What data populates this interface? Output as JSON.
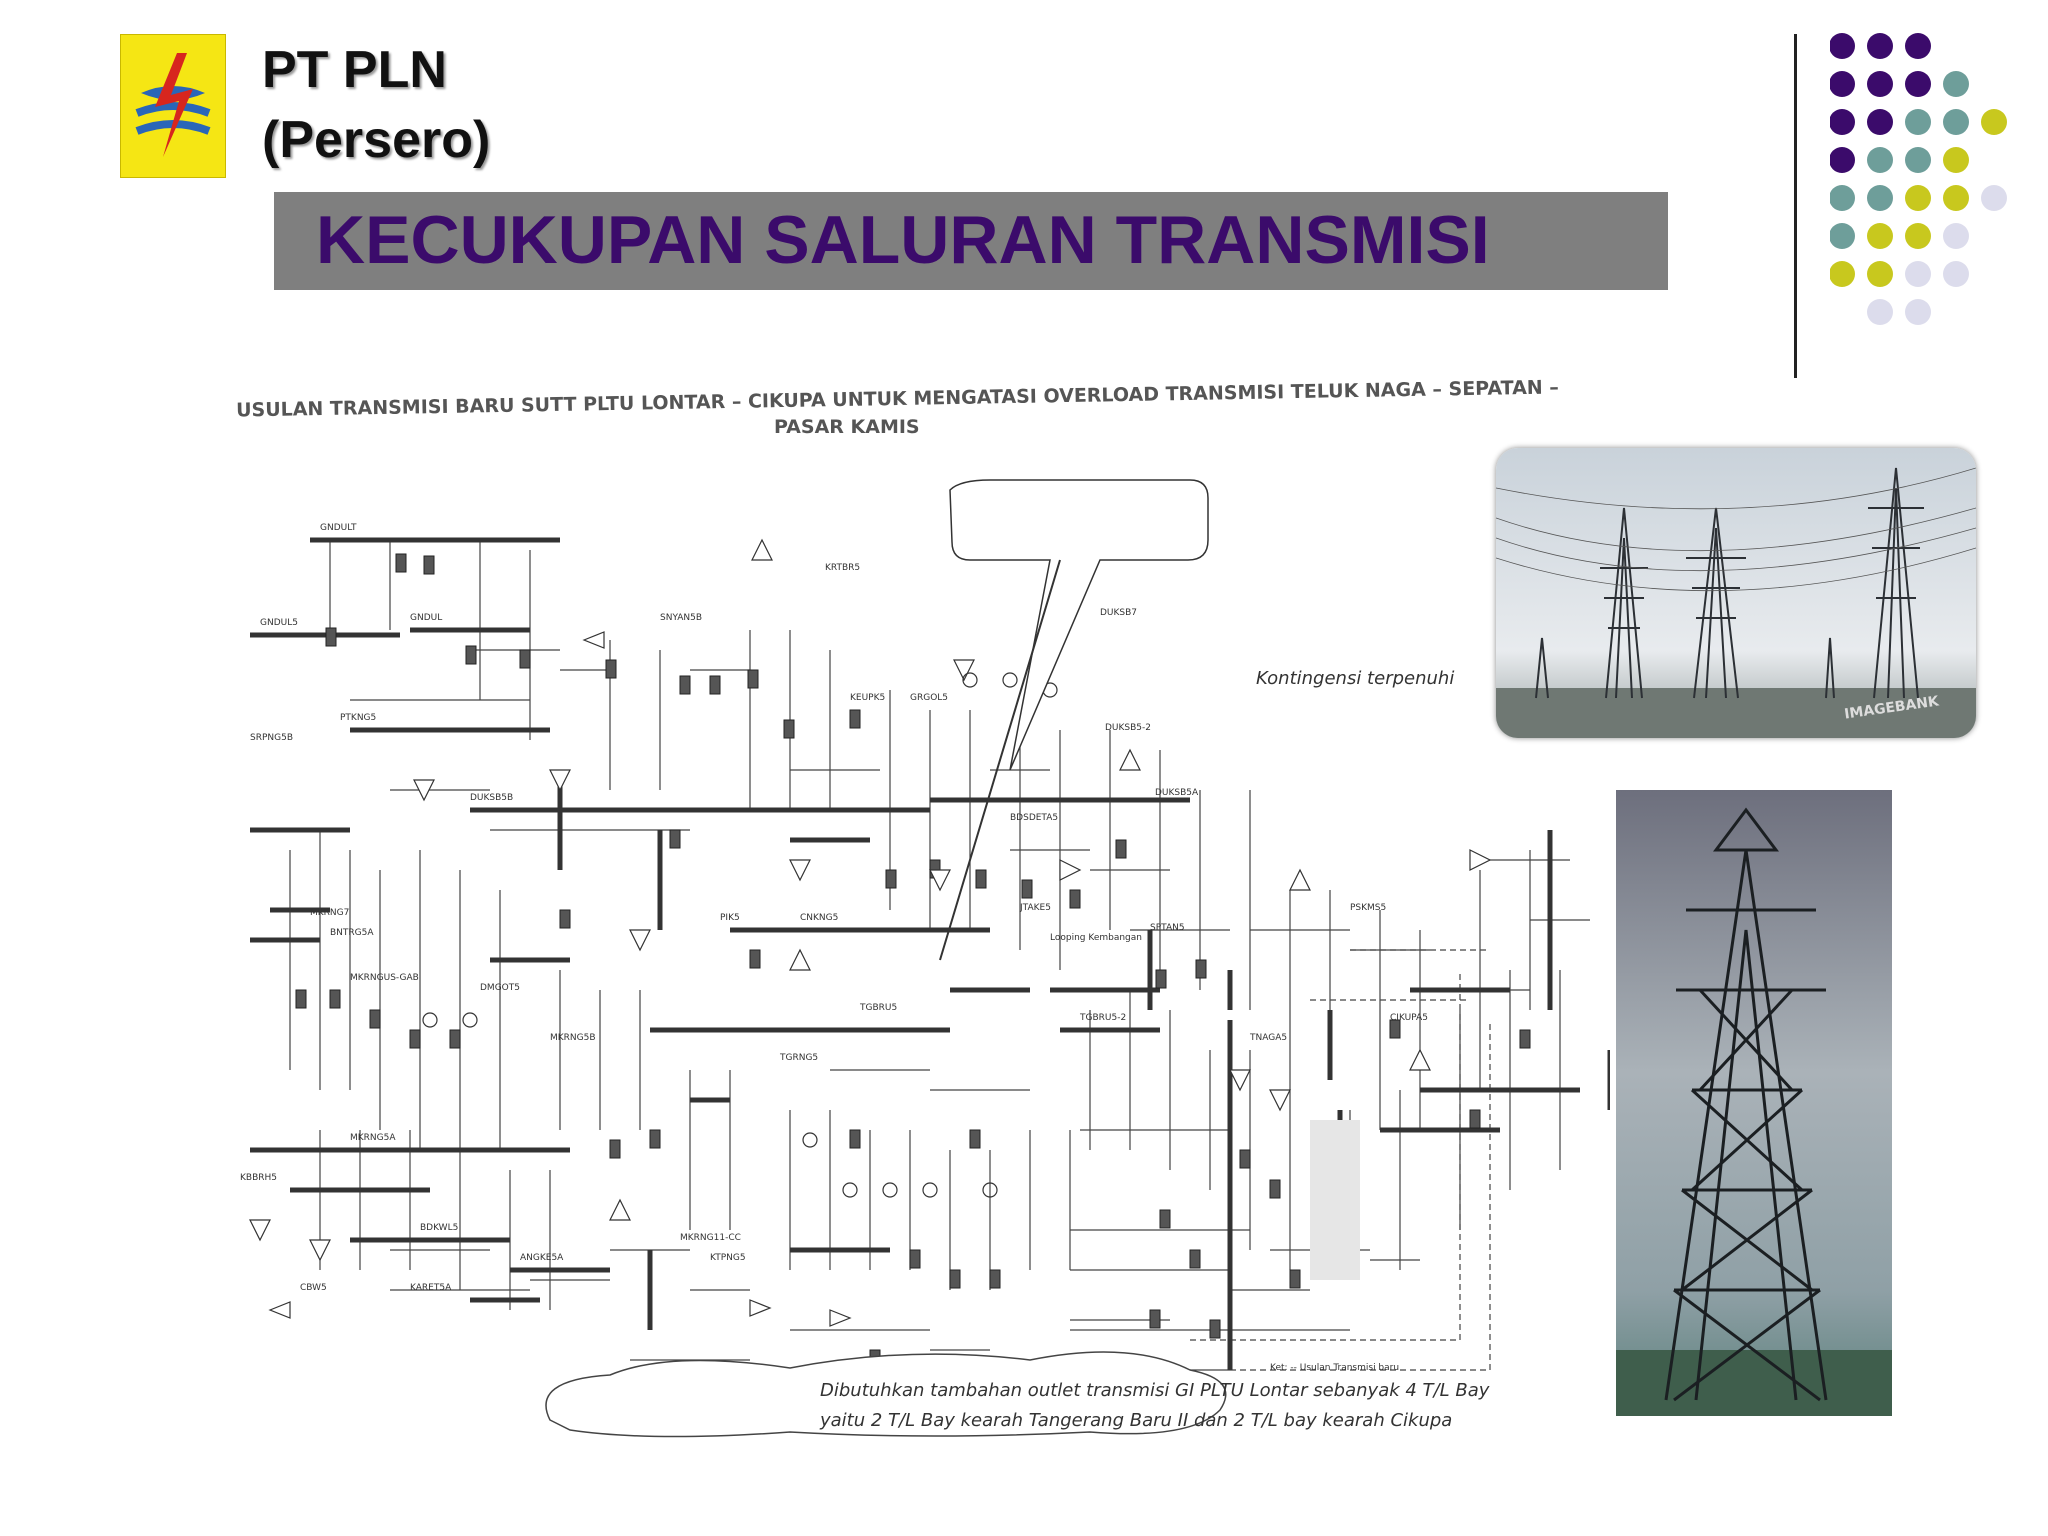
{
  "header": {
    "company_line1": "PT PLN",
    "company_line2": "(Persero)",
    "slide_title": "KECUKUPAN SALURAN TRANSMISI"
  },
  "colors": {
    "title_text": "#3b0b6b",
    "title_bar": "#7f7f7f",
    "logo_bg": "#f5e614",
    "logo_red": "#d7261e",
    "dot_purple": "#3b0b6b",
    "dot_teal": "#6e9e9a",
    "dot_olive": "#c8c81e",
    "dot_lavender": "#dcdcec"
  },
  "decor": {
    "dot_rows": [
      [
        "dot_purple",
        "dot_purple",
        "dot_purple"
      ],
      [
        "dot_purple",
        "dot_purple",
        "dot_purple",
        "dot_teal"
      ],
      [
        "dot_purple",
        "dot_purple",
        "dot_teal",
        "dot_teal",
        "dot_olive"
      ],
      [
        "dot_purple",
        "dot_teal",
        "dot_teal",
        "dot_olive"
      ],
      [
        "dot_teal",
        "dot_teal",
        "dot_olive",
        "dot_olive",
        "dot_lavender"
      ],
      [
        "dot_teal",
        "dot_olive",
        "dot_olive",
        "dot_lavender"
      ],
      [
        "dot_olive",
        "dot_olive",
        "dot_lavender",
        "dot_lavender"
      ],
      [
        "dot_lavender",
        "dot_lavender"
      ]
    ]
  },
  "diagram": {
    "heading_line1": "USULAN TRANSMISI BARU SUTT PLTU LONTAR – CIKUPA UNTUK MENGATASI OVERLOAD TRANSMISI TELUK NAGA – SEPATAN –",
    "heading_line2": "PASAR KAMIS",
    "callout": "Kontingensi terpenuhi",
    "note_line1": "Dibutuhkan tambahan outlet transmisi GI PLTU Lontar sebanyak 4 T/L Bay",
    "note_line2": "yaitu 2 T/L Bay kearah Tangerang Baru II dan 2 T/L bay kearah Cikupa",
    "bus_labels": [
      "GNDULT",
      "GNDUL5",
      "GNDUL",
      "SNYAN5B",
      "KRTBR5",
      "DUKSB7",
      "SRPNG5B",
      "PTKNG5",
      "KEUPK5",
      "GRGOL5",
      "DUKSB5-2",
      "DUKSB5A",
      "DUKSB5B",
      "BDSDETA5",
      "MKRNG7",
      "BNTRG5A",
      "PIK5",
      "CNKNG5",
      "JTAKE5",
      "SPTAN5",
      "PSKMS5",
      "MKRNGUS-GAB",
      "DMGOT5",
      "TGBRU5",
      "TGBRU5-2",
      "MKRNG5B",
      "TGRNG5",
      "CIKUPA5",
      "MKRNG5A",
      "KBBRH5",
      "BDKWL5",
      "TNAGA5",
      "ANGKE5A",
      "MKRNG11-CC",
      "CBW5",
      "KARET5A",
      "KTPNG5"
    ],
    "small_note": "Looping Kembangan",
    "legend_note": "Ket: -- Usulan Transmisi baru"
  },
  "photos": {
    "towers_watermark": "IMAGEBANK"
  }
}
